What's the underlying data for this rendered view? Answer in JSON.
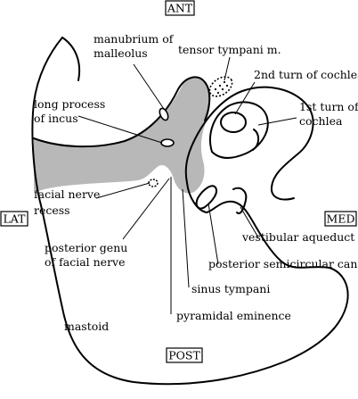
{
  "orientation": {
    "anterior": "ANT",
    "posterior": "POST",
    "lateral": "LAT",
    "medial": "MED"
  },
  "labels": {
    "manubrium_line1": "manubrium of",
    "manubrium_line2": "malleolus",
    "tensor_tympani": "tensor tympani m.",
    "cochlea_2nd": "2nd turn of cochlea",
    "cochlea_1st_line1": "1st turn of",
    "cochlea_1st_line2": "cochlea",
    "long_process_line1": "long process",
    "long_process_line2": "of incus",
    "facial_recess_line1": "facial nerve",
    "facial_recess_line2": "recess",
    "posterior_genu_line1": "posterior genu",
    "posterior_genu_line2": "of facial nerve",
    "vestibular_aqueduct": "vestibular aqueduct",
    "posterior_canal": "posterior semicircular canal",
    "sinus_tympani": "sinus tympani",
    "pyramidal_eminence": "pyramidal eminence",
    "mastoid": "mastoid"
  },
  "colors": {
    "shaded_region": "#b8b8b8",
    "outline": "#000000",
    "background": "#ffffff"
  }
}
